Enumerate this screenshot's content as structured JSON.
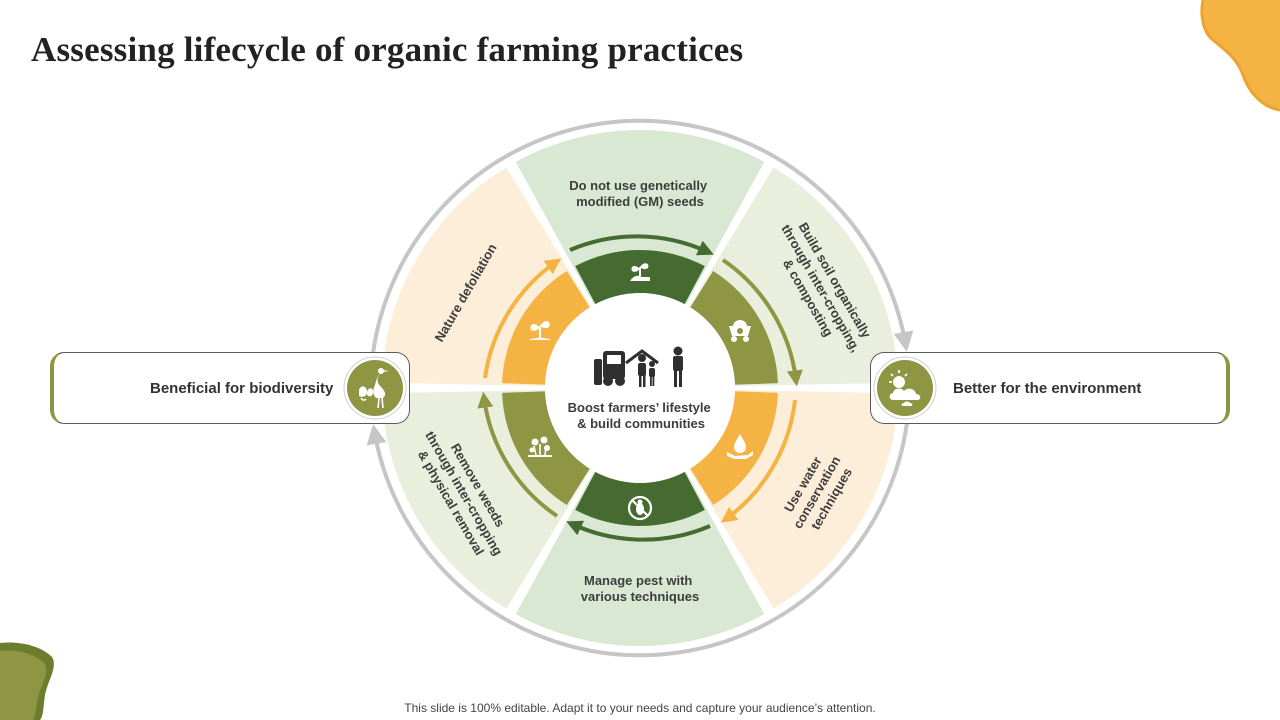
{
  "title": "Assessing lifecycle of organic farming practices",
  "footer": "This slide is 100% editable. Adapt it to your needs and capture your audience’s attention.",
  "colors": {
    "dark_green": "#456b31",
    "olive": "#8e9543",
    "orange": "#f4b342",
    "light_green": "#d9e8d2",
    "light_orange": "#fdeed9",
    "light_olive": "#eaeedc",
    "ring": "#c6c6c6"
  },
  "segments": [
    {
      "lines": [
        "Do not use genetically",
        "modified (GM) seeds"
      ],
      "icon": "seedling-hand-icon"
    },
    {
      "lines": [
        "Build soil organically",
        "through inter-cropping,",
        "& composting"
      ],
      "icon": "compost-cart-icon"
    },
    {
      "lines": [
        "Use water",
        "conservation",
        "techniques"
      ],
      "icon": "water-drop-hand-icon"
    },
    {
      "lines": [
        "Manage pest with",
        "various techniques"
      ],
      "icon": "bug-prohibited-icon"
    },
    {
      "lines": [
        "Remove weeds",
        "through inter-cropping",
        "& physical removal"
      ],
      "icon": "weed-plant-icon"
    },
    {
      "lines": [
        "Nature defoliation"
      ],
      "icon": "sprout-icon"
    }
  ],
  "center": {
    "lines": [
      "Boost farmers’ lifestyle",
      "& build communities"
    ],
    "icon": "family-farm-icon"
  },
  "left_box": {
    "label": "Beneficial for biodiversity",
    "icon": "bird-butterfly-icon"
  },
  "right_box": {
    "label": "Better for the environment",
    "icon": "sun-cloud-icon"
  }
}
